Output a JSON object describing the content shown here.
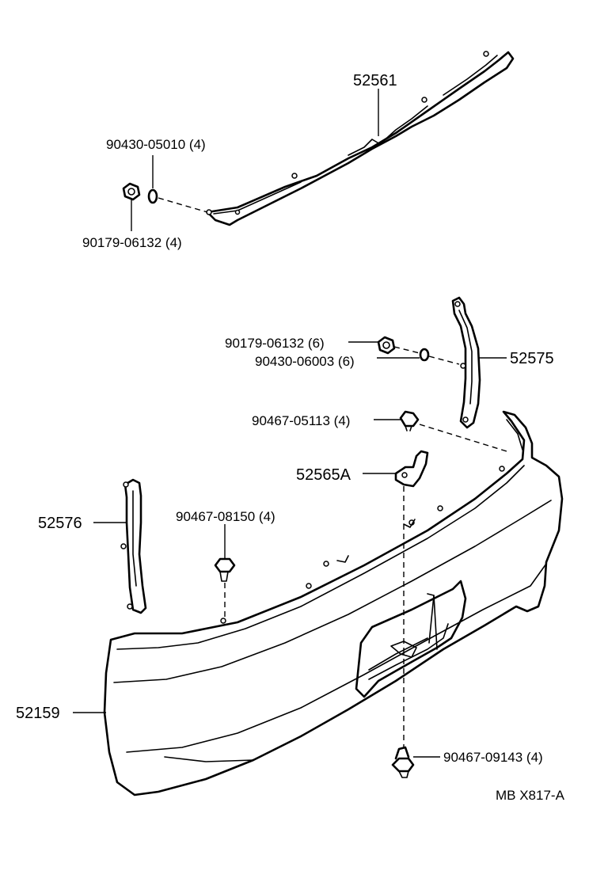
{
  "labels": {
    "p52561": "52561",
    "p90430_05010": "90430-05010 (4)",
    "p90179_06132_top": "90179-06132 (4)",
    "p90179_06132_mid": "90179-06132 (6)",
    "p90430_06003": "90430-06003 (6)",
    "p52575": "52575",
    "p90467_05113": "90467-05113 (4)",
    "p52565A": "52565A",
    "p52576": "52576",
    "p90467_08150": "90467-08150 (4)",
    "p52159": "52159",
    "p90467_09143": "90467-09143 (4)",
    "ref": "MB X817-A"
  }
}
